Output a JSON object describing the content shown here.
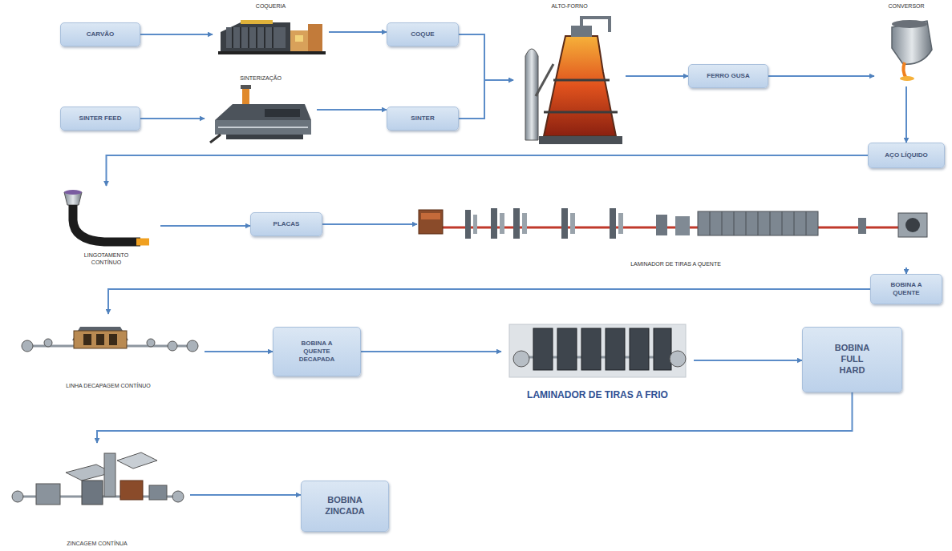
{
  "diagram": {
    "nodes": [
      {
        "text": [
          "CARVÃO"
        ]
      },
      {
        "text": [
          "COQUERIA"
        ]
      },
      {
        "text": [
          "COQUE"
        ]
      },
      {
        "text": [
          "SINTER FEED"
        ]
      },
      {
        "text": [
          "SINTERIZAÇÃO"
        ]
      },
      {
        "text": [
          "SINTER"
        ]
      },
      {
        "text": [
          "ALTO-FORNO"
        ]
      },
      {
        "text": [
          "FERRO GUSA"
        ]
      },
      {
        "text": [
          "CONVERSOR"
        ]
      },
      {
        "text": [
          "AÇO LÍQUIDO"
        ]
      },
      {
        "text": [
          "LINGOTAMENTO CONTÍNUO"
        ]
      },
      {
        "text": [
          "PLACAS"
        ]
      },
      {
        "text": [
          "LAMINADOR DE TIRAS A QUENTE"
        ]
      },
      {
        "text": [
          "BOBINA A QUENTE"
        ]
      },
      {
        "text": [
          "LINHA DECAPAGEM CONTÍNUO"
        ]
      },
      {
        "text": [
          "BOBINA A QUENTE DECAPADA"
        ]
      },
      {
        "text": [
          "LAMINADOR DE TIRAS A FRIO"
        ]
      },
      {
        "text": [
          "BOBINA FULL HARD"
        ]
      },
      {
        "text": [
          "ZINCAGEM CONTÍNUA"
        ]
      },
      {
        "text": [
          "BOBINA ZINCADA"
        ]
      }
    ],
    "edges": [
      {
        "from": 0,
        "to": 1,
        "arrow": "to"
      },
      {
        "from": 1,
        "to": 2,
        "arrow": "to"
      },
      {
        "from": 2,
        "to": 6,
        "arrow": "to"
      },
      {
        "from": 3,
        "to": 4,
        "arrow": "to"
      },
      {
        "from": 4,
        "to": 5,
        "arrow": "to"
      },
      {
        "from": 5,
        "to": 6,
        "arrow": "to"
      },
      {
        "from": 6,
        "to": 7,
        "arrow": "to"
      },
      {
        "from": 7,
        "to": 8,
        "arrow": "to"
      },
      {
        "from": 8,
        "to": 9,
        "arrow": "to"
      },
      {
        "from": 9,
        "to": 10,
        "arrow": "to"
      },
      {
        "from": 10,
        "to": 11,
        "arrow": "to"
      },
      {
        "from": 11,
        "to": 12,
        "arrow": "to"
      },
      {
        "from": 12,
        "to": 13,
        "arrow": "to"
      },
      {
        "from": 13,
        "to": 14,
        "arrow": "to"
      },
      {
        "from": 14,
        "to": 15,
        "arrow": "to"
      },
      {
        "from": 15,
        "to": 16,
        "arrow": "to"
      },
      {
        "from": 16,
        "to": 17,
        "arrow": "to"
      },
      {
        "from": 17,
        "to": 18,
        "arrow": "to"
      },
      {
        "from": 18,
        "to": 19,
        "arrow": "to"
      }
    ]
  }
}
